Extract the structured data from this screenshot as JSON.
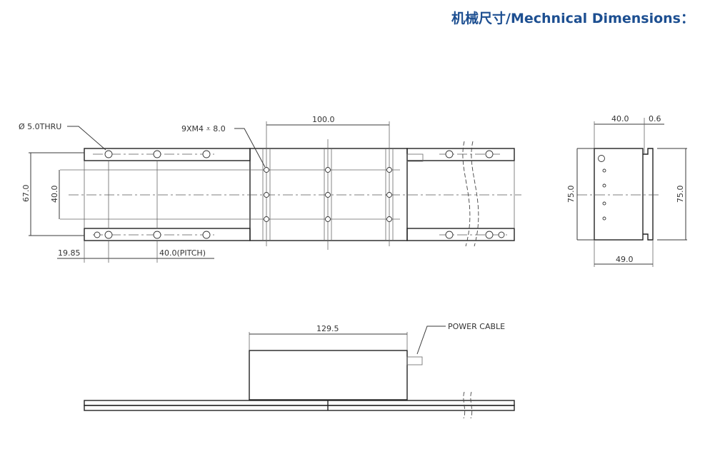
{
  "header": {
    "title": "机械尺寸/Mechnical Dimensions："
  },
  "colors": {
    "title": "#1d4f91",
    "line": "#333333",
    "background": "#ffffff"
  },
  "top_view": {
    "callout_hole": "Ø 5.0THRU",
    "callout_thread": "9XM4 ⩡ 8.0",
    "dim_carriage_pitch": "100.0",
    "dim_rail_width": "67.0",
    "dim_hole_span": "40.0",
    "dim_first_hole": "19.85",
    "dim_pitch": "40.0(PITCH)"
  },
  "side_view": {
    "dim_width": "40.0",
    "dim_gap": "0.6",
    "dim_height_left": "75.0",
    "dim_height_right": "75.0",
    "dim_total_width": "49.0"
  },
  "front_view": {
    "dim_length": "129.5",
    "callout_cable": "POWER CABLE"
  }
}
